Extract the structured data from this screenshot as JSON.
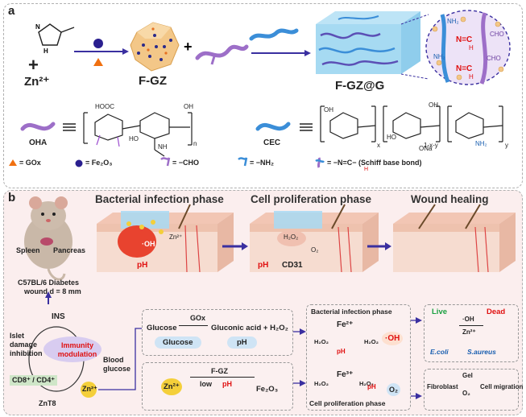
{
  "panel_a": {
    "label": "a",
    "zn": "Zn²⁺",
    "fgz": "F-GZ",
    "fgzg": "F-GZ@G",
    "inset": {
      "nh2": "NH₂",
      "cho": "CHO",
      "imine": "N=C",
      "h": "H"
    },
    "oha": "OHA",
    "cec": "CEC",
    "oha_struct": {
      "hooc": "HOOC",
      "oh": "OH",
      "ho": "HO",
      "nh": "NH",
      "n": "n"
    },
    "cec_struct": {
      "x": "x",
      "y": "y",
      "one_xy": "1-x-y",
      "ona": "ONa",
      "nh2": "NH₂",
      "oh": "OH",
      "ho": "HO"
    },
    "legend": {
      "gox": "= GOx",
      "fe2o3": "= Fe₂O₃",
      "cho": "= −CHO",
      "nh2": "= −NH₂",
      "schiff": "= −N=C− (Schiff base bond)",
      "schiff_h": "H"
    }
  },
  "panel_b": {
    "label": "b",
    "phases": [
      "Bacterial infection phase",
      "Cell proliferation phase",
      "Wound healing"
    ],
    "mouse": {
      "spleen": "Spleen",
      "pancreas": "Pancreas",
      "model": "C57BL/6 Diabetes",
      "wound": "wound d = 8 mm"
    },
    "skin1": {
      "oh": "·OH",
      "ph": "pH",
      "zn": "Zn²⁺"
    },
    "skin2": {
      "ph": "pH",
      "cd31": "CD31",
      "o2": "O₂",
      "h2o2": "H₂O₂"
    },
    "cycle": {
      "ins": "INS",
      "islet": "Islet damage inhibition",
      "immunity": "Immunity modulation",
      "blood": "Blood glucose",
      "cd": "CD8⁺ / CD4⁺",
      "zn": "Zn²⁺",
      "znt8": "ZnT8"
    },
    "glucose_box": {
      "glucose": "Glucose",
      "gox": "GOx",
      "product": "Gluconic acid + H₂O₂",
      "glucose_pill": "Glucose",
      "ph_pill": "pH"
    },
    "fgz_box": {
      "zn": "Zn²⁺",
      "fgz": "F-GZ",
      "low": "low",
      "ph": "pH",
      "fe2o3": "Fe₂O₃"
    },
    "fenton_box": {
      "top": "Bacterial infection phase",
      "fe2": "Fe²⁺",
      "fe3": "Fe³⁺",
      "oh": "·OH",
      "h2o2_left": "H₂O₂",
      "h2o2_right": "H₂O₂",
      "h2o2_bottom_left": "H₂O₂",
      "h2o2_bottom_right": "H₂O₂",
      "ph_left": "pH",
      "ph_right": "pH",
      "o2": "O₂",
      "bottom": "Cell proliferation phase"
    },
    "bacteria_box": {
      "live": "Live",
      "dead": "Dead",
      "oh": "·OH",
      "zn": "Zn²⁺",
      "ecoli": "E.coli",
      "saureus": "S.aureus"
    },
    "migration_box": {
      "fibroblast": "Fibroblast",
      "gel": "Gel",
      "o2": "O₂",
      "migration": "Cell migration"
    }
  }
}
